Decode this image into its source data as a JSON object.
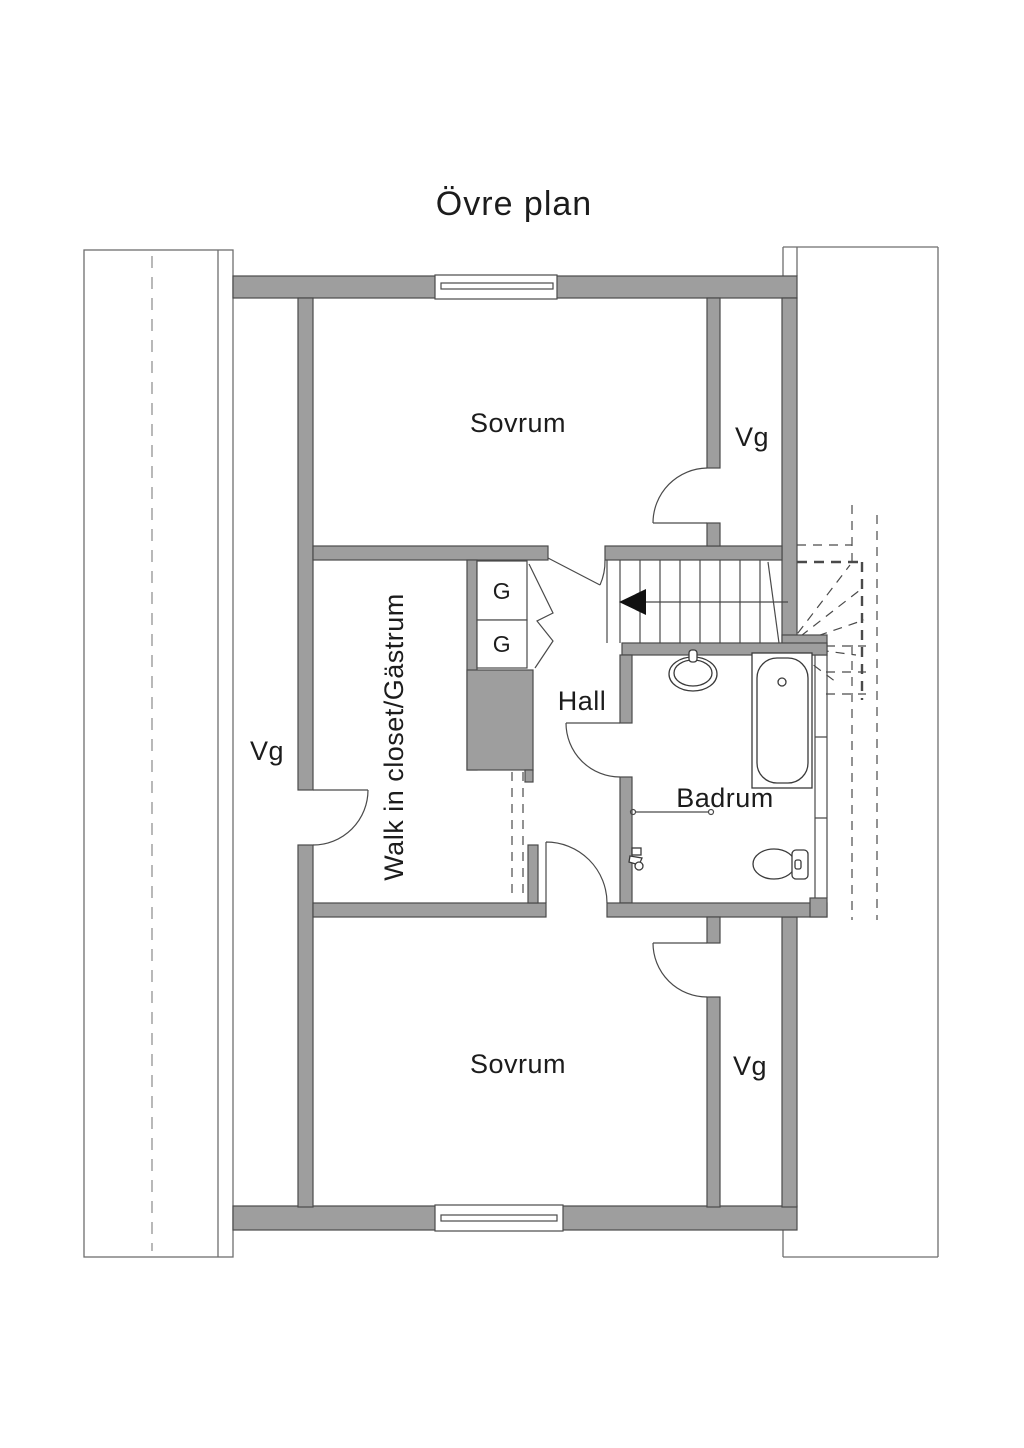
{
  "title": "Övre plan",
  "colors": {
    "wall_fill": "#9e9e9e",
    "outline": "#4a4a4a",
    "text": "#1c1c1c",
    "background": "#ffffff"
  },
  "rooms": {
    "sovrum_top": {
      "label": "Sovrum"
    },
    "vg_top": {
      "label": "Vg"
    },
    "walk_in_closet": {
      "label": "Walk in closet/Gästrum"
    },
    "vg_left": {
      "label": "Vg"
    },
    "hall": {
      "label": "Hall"
    },
    "badrum": {
      "label": "Badrum"
    },
    "sovrum_bottom": {
      "label": "Sovrum"
    },
    "vg_bottom": {
      "label": "Vg"
    }
  },
  "closets": {
    "g_upper": {
      "label": "G"
    },
    "g_lower": {
      "label": "G"
    }
  },
  "symbols": {
    "stairs_direction": "arrow-left",
    "fixtures": [
      "sink",
      "bathtub",
      "toilet",
      "radiator-valve",
      "towel-rail"
    ]
  }
}
